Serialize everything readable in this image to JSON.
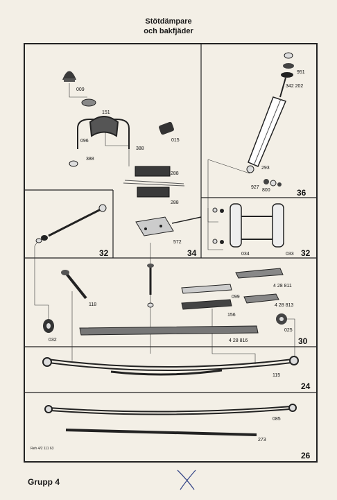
{
  "title_line1": "Stötdämpare",
  "title_line2": "och bakfjäder",
  "group_label": "Grupp 4",
  "reference": "Reh 4/2 111 63",
  "handwritten_mark": "X",
  "section_numbers": {
    "s36": "36",
    "s32_left": "32",
    "s34": "34",
    "s32_right": "32",
    "s30": "30",
    "s24": "24",
    "s26": "26"
  },
  "parts": {
    "p009": "009",
    "p151": "151",
    "p096": "096",
    "p388a": "388",
    "p388b": "388",
    "p015": "015",
    "p288a": "288",
    "p288b": "288",
    "p572": "572",
    "p951": "951",
    "p342202": "342 202",
    "p293": "293",
    "p927": "927",
    "p800": "800",
    "p034": "034",
    "p033": "033",
    "p118": "118",
    "p032": "032",
    "p428811": "4 28 811",
    "p099": "099",
    "p428813": "4 28 813",
    "p156": "156",
    "p025": "025",
    "p428816": "4 28 816",
    "p115": "115",
    "p085": "085",
    "p273": "273"
  }
}
